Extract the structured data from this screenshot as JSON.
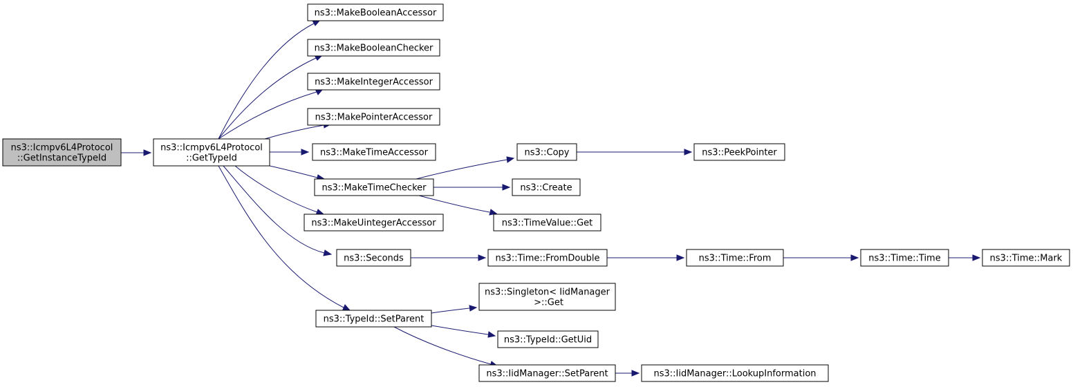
{
  "graph": {
    "nodes": [
      {
        "id": "n0",
        "lines": [
          "ns3::Icmpv6L4Protocol",
          "::GetInstanceTypeId"
        ],
        "root": true
      },
      {
        "id": "n1",
        "lines": [
          "ns3::Icmpv6L4Protocol",
          "::GetTypeId"
        ]
      },
      {
        "id": "n2",
        "lines": [
          "ns3::MakeBooleanAccessor"
        ]
      },
      {
        "id": "n3",
        "lines": [
          "ns3::MakeBooleanChecker"
        ]
      },
      {
        "id": "n4",
        "lines": [
          "ns3::MakeIntegerAccessor"
        ]
      },
      {
        "id": "n5",
        "lines": [
          "ns3::MakePointerAccessor"
        ]
      },
      {
        "id": "n6",
        "lines": [
          "ns3::MakeTimeAccessor"
        ]
      },
      {
        "id": "n7",
        "lines": [
          "ns3::MakeTimeChecker"
        ]
      },
      {
        "id": "n8",
        "lines": [
          "ns3::MakeUintegerAccessor"
        ]
      },
      {
        "id": "n9",
        "lines": [
          "ns3::Seconds"
        ]
      },
      {
        "id": "n10",
        "lines": [
          "ns3::TypeId::SetParent"
        ]
      },
      {
        "id": "n11",
        "lines": [
          "ns3::Copy"
        ]
      },
      {
        "id": "n12",
        "lines": [
          "ns3::Create"
        ]
      },
      {
        "id": "n13",
        "lines": [
          "ns3::TimeValue::Get"
        ]
      },
      {
        "id": "n14",
        "lines": [
          "ns3::PeekPointer"
        ]
      },
      {
        "id": "n15",
        "lines": [
          "ns3::Time::FromDouble"
        ]
      },
      {
        "id": "n16",
        "lines": [
          "ns3::Time::From"
        ]
      },
      {
        "id": "n17",
        "lines": [
          "ns3::Time::Time"
        ]
      },
      {
        "id": "n18",
        "lines": [
          "ns3::Time::Mark"
        ]
      },
      {
        "id": "n19",
        "lines": [
          "ns3::Singleton< IidManager",
          " >::Get"
        ]
      },
      {
        "id": "n20",
        "lines": [
          "ns3::TypeId::GetUid"
        ]
      },
      {
        "id": "n21",
        "lines": [
          "ns3::IidManager::SetParent"
        ]
      },
      {
        "id": "n22",
        "lines": [
          "ns3::IidManager::LookupInformation"
        ]
      }
    ],
    "edges": [
      {
        "from": "n0",
        "to": "n1"
      },
      {
        "from": "n1",
        "to": "n2"
      },
      {
        "from": "n1",
        "to": "n3"
      },
      {
        "from": "n1",
        "to": "n4"
      },
      {
        "from": "n1",
        "to": "n5"
      },
      {
        "from": "n1",
        "to": "n6"
      },
      {
        "from": "n1",
        "to": "n7"
      },
      {
        "from": "n1",
        "to": "n8"
      },
      {
        "from": "n1",
        "to": "n9"
      },
      {
        "from": "n1",
        "to": "n10"
      },
      {
        "from": "n7",
        "to": "n11"
      },
      {
        "from": "n7",
        "to": "n12"
      },
      {
        "from": "n7",
        "to": "n13"
      },
      {
        "from": "n11",
        "to": "n14"
      },
      {
        "from": "n9",
        "to": "n15"
      },
      {
        "from": "n15",
        "to": "n16"
      },
      {
        "from": "n16",
        "to": "n17"
      },
      {
        "from": "n17",
        "to": "n18"
      },
      {
        "from": "n10",
        "to": "n19"
      },
      {
        "from": "n10",
        "to": "n20"
      },
      {
        "from": "n10",
        "to": "n21"
      },
      {
        "from": "n21",
        "to": "n22"
      }
    ],
    "colors": {
      "edge": "#191970",
      "root_fill": "#bfbfbf",
      "node_fill": "#ffffff",
      "node_stroke": "#000000"
    }
  }
}
